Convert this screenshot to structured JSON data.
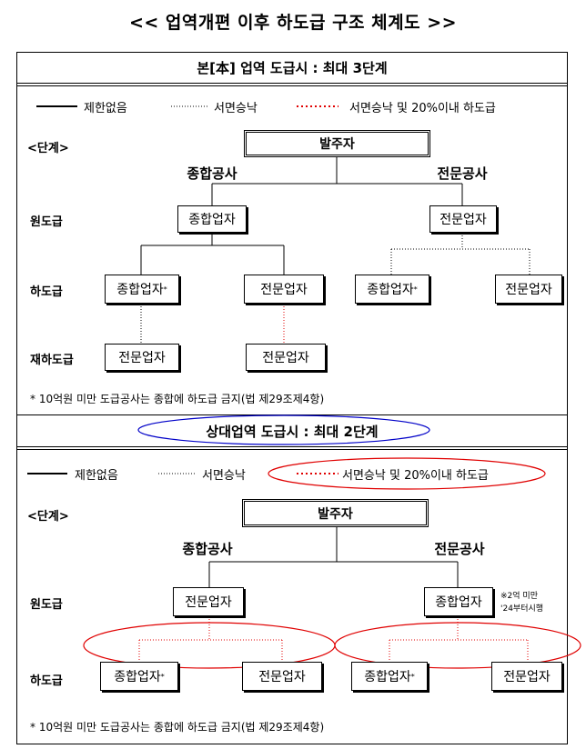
{
  "title": "<< 업역개편 이후 하도급 구조 체계도 >>",
  "colors": {
    "red": "#e00000",
    "blue": "#0000c8",
    "black": "#000000"
  },
  "section1": {
    "heading": "본[本] 업역 도급시 : 최대 3단계",
    "legend": {
      "solid": "제한없음",
      "dotted": "서면승낙",
      "red_dotted": "서면승낙 및 20%이내 하도급"
    },
    "stage_header": "<단계>",
    "stages": {
      "prime": "원도급",
      "sub": "하도급",
      "resub": "재하도급"
    },
    "client": "발주자",
    "categories": {
      "general": "종합공사",
      "specialty": "전문공사"
    },
    "boxes": {
      "prime_general": "종합업자",
      "prime_specialty": "전문업자",
      "sub_g_general": "종합업자",
      "sub_g_specialty": "전문업자",
      "sub_s_general": "종합업자",
      "sub_s_specialty": "전문업자",
      "resub_1": "전문업자",
      "resub_2": "전문업자"
    },
    "star": "*",
    "footnote": "* 10억원 미만 도급공사는 종합에 하도급 금지(법 제29조제4항)"
  },
  "section2": {
    "heading": "상대업역 도급시 : 최대 2단계",
    "legend": {
      "solid": "제한없음",
      "dotted": "서면승낙",
      "red_dotted": "서면승낙 및 20%이내 하도급"
    },
    "stage_header": "<단계>",
    "stages": {
      "prime": "원도급",
      "sub": "하도급"
    },
    "client": "발주자",
    "categories": {
      "general": "종합공사",
      "specialty": "전문공사"
    },
    "boxes": {
      "prime_general": "전문업자",
      "prime_specialty": "종합업자",
      "sub_g_general": "종합업자",
      "sub_g_specialty": "전문업자",
      "sub_s_general": "종합업자",
      "sub_s_specialty": "전문업자"
    },
    "star": "*",
    "side_note_1": "※2억 미만",
    "side_note_2": "'24부터시행",
    "footnote": "* 10억원 미만 도급공사는 종합에 하도급 금지(법 제29조제4항)"
  }
}
